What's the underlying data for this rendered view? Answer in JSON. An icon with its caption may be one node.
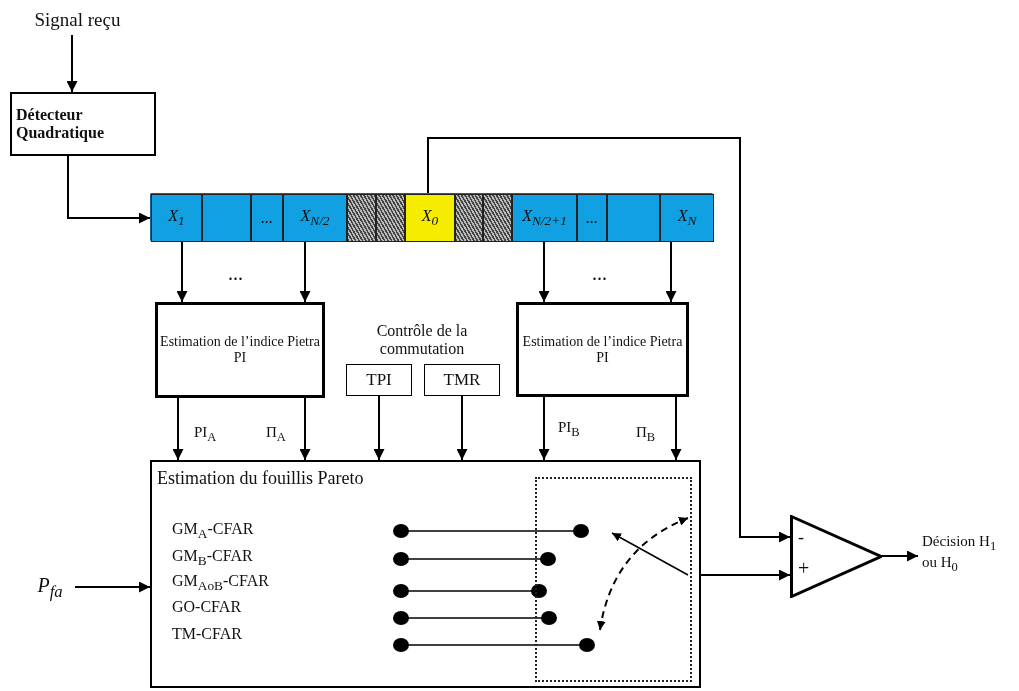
{
  "diagram": {
    "nodes": [
      {
        "text": [
          "Signal reçu"
        ]
      },
      {
        "text": [
          "Détecteur Quadratique"
        ]
      },
      {
        "text": [],
        "shape": "bar"
      },
      {
        "text": [
          "X$_{1}$"
        ],
        "in": 2
      },
      {
        "text": [],
        "shape": "box",
        "in": 2
      },
      {
        "text": [
          "..."
        ],
        "in": 2
      },
      {
        "text": [
          "X$_{N/2}$"
        ],
        "in": 2
      },
      {
        "text": [],
        "shape": "box",
        "in": 2
      },
      {
        "text": [],
        "shape": "box",
        "in": 2
      },
      {
        "text": [
          "X$_{0}$"
        ],
        "in": 2
      },
      {
        "text": [],
        "shape": "box",
        "in": 2
      },
      {
        "text": [],
        "shape": "box",
        "in": 2
      },
      {
        "text": [
          "X$_{N/2+1}$"
        ],
        "in": 2
      },
      {
        "text": [
          "..."
        ],
        "in": 2
      },
      {
        "text": [],
        "shape": "box",
        "in": 2
      },
      {
        "text": [
          "X$_{N}$"
        ],
        "in": 2
      },
      {
        "text": [
          "Estimation de l’indice Pietra PI"
        ]
      },
      {
        "text": [
          "TPI"
        ]
      },
      {
        "text": [
          "TMR"
        ]
      },
      {
        "text": [
          "Estimation de l’indice Pietra PI"
        ]
      },
      {
        "text": [
          "Estimation du fouillis Pareto",
          "GM$_{A}$-CFAR",
          "GM$_{B}$-CFAR",
          "GM$_{AoB}$-CFAR",
          "GO-CFAR",
          "TM-CFAR"
        ]
      },
      {
        "text": [],
        "shape": "box",
        "in": 20
      },
      {
        "text": [
          "P$_{fa}$"
        ]
      },
      {
        "text": [
          "-",
          "+"
        ]
      },
      {
        "text": [
          "Décision H$_{1}$ ou H$_{0}$"
        ]
      }
    ],
    "edges": [
      {
        "from": 0,
        "to": 1,
        "arrow": "to"
      },
      {
        "from": 1,
        "to": 2,
        "arrow": "to"
      },
      {
        "from": 3,
        "to": 16,
        "arrow": "to"
      },
      {
        "from": 6,
        "to": 16,
        "arrow": "to"
      },
      {
        "from": 12,
        "to": 19,
        "arrow": "to"
      },
      {
        "from": 15,
        "to": 19,
        "arrow": "to"
      },
      {
        "from": 16,
        "to": 20,
        "arrow": "to",
        "label": "PI$_{A}$"
      },
      {
        "from": 16,
        "to": 20,
        "arrow": "to",
        "label": "Π$_{A}$"
      },
      {
        "from": 17,
        "to": 20,
        "arrow": "to"
      },
      {
        "from": 18,
        "to": 20,
        "arrow": "to"
      },
      {
        "from": 19,
        "to": 20,
        "arrow": "to",
        "label": "PI$_{B}$"
      },
      {
        "from": 19,
        "to": 20,
        "arrow": "to",
        "label": "Π$_{B}$"
      },
      {
        "from": 22,
        "to": 20,
        "arrow": "to"
      },
      {
        "from": 20,
        "to": 23,
        "arrow": "to"
      },
      {
        "from": 9,
        "to": 23,
        "arrow": "to"
      },
      {
        "from": 23,
        "to": 24,
        "arrow": "to"
      }
    ],
    "labels": [
      "...",
      "...",
      "Contrôle de la commutation"
    ]
  }
}
